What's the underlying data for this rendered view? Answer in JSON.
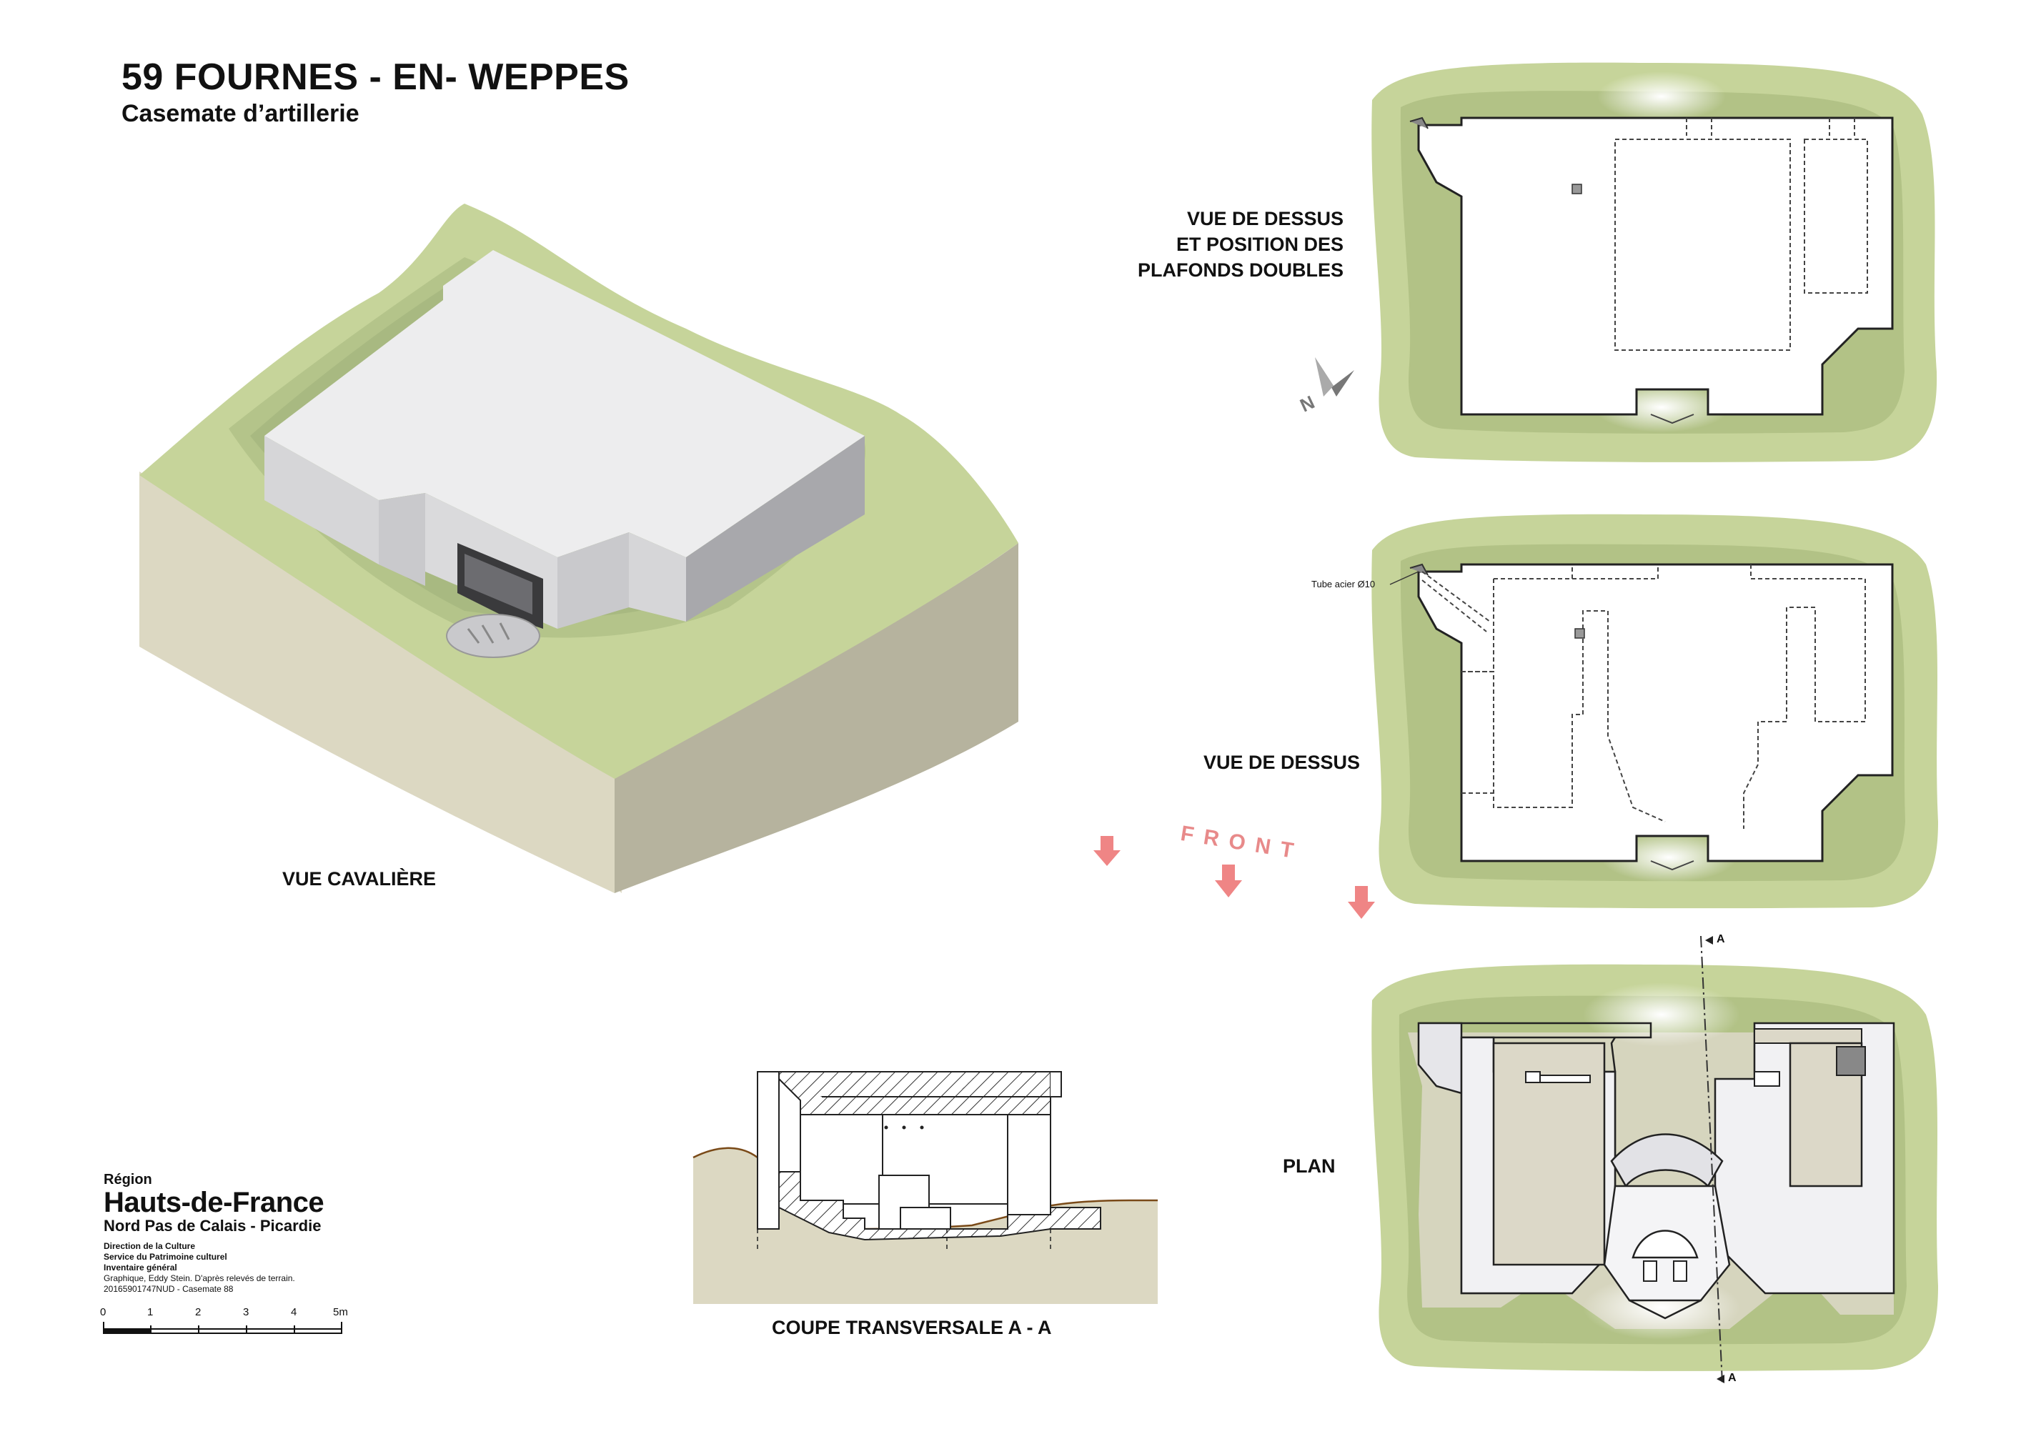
{
  "title": "59 FOURNES - EN- WEPPES",
  "subtitle": "Casemate d’artillerie",
  "views": {
    "cavaliere": "VUE CAVALIÈRE",
    "top_ceilings_line1": "VUE DE DESSUS",
    "top_ceilings_line2": "ET POSITION DES",
    "top_ceilings_line3": "PLAFONDS DOUBLES",
    "top": "VUE DE DESSUS",
    "plan": "PLAN",
    "section": "COUPE TRANSVERSALE A - A"
  },
  "annotations": {
    "front": "FRONT",
    "north": "N",
    "tube": "Tube acier",
    "tube_dim": "Ø10",
    "section_mark": "A"
  },
  "credits": {
    "region_label": "Région",
    "region_name": "Hauts-de-France",
    "region_sub": "Nord Pas de Calais - Picardie",
    "line1": "Direction de la Culture",
    "line2": "Service du Patrimoine culturel",
    "line3": "Inventaire général",
    "line4": "Graphique, Eddy Stein. D'après relevés de terrain.",
    "line5": "20165901747NUD - Casemate 88"
  },
  "scale_bar": {
    "ticks": [
      "0",
      "1",
      "2",
      "3",
      "4",
      "5m"
    ]
  },
  "colors": {
    "grass": "#c6d49a",
    "grass_dark": "#a9ba7e",
    "soil_front": "#dcd8c2",
    "soil_side": "#b6b39e",
    "concrete_top": "#ededee",
    "concrete_side": "#bdbdc0",
    "front_arrow": "#ef8585",
    "plan_fill": "#dcd8c8"
  }
}
